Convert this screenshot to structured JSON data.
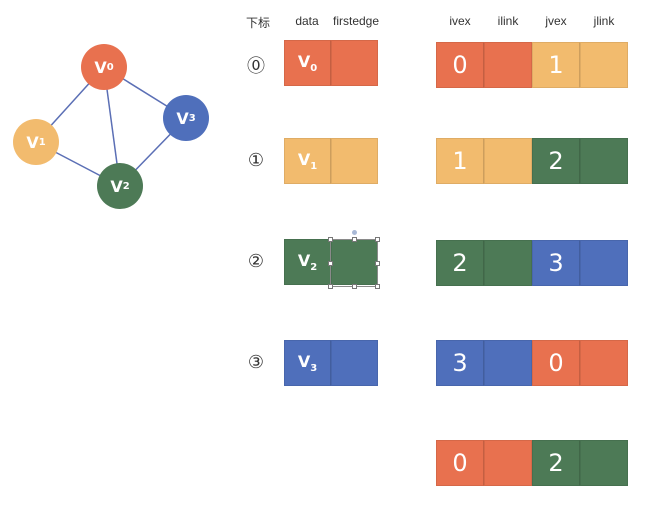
{
  "headers": {
    "index": "下标",
    "data": "data",
    "firstedge": "firstedge",
    "ivex": "ivex",
    "ilink": "ilink",
    "jvex": "jvex",
    "jlink": "jlink"
  },
  "vertices": [
    {
      "index_label": "⓪",
      "label": "V",
      "sub": "0",
      "color": "#e8714f"
    },
    {
      "index_label": "①",
      "label": "V",
      "sub": "1",
      "color": "#f2bb6e"
    },
    {
      "index_label": "②",
      "label": "V",
      "sub": "2",
      "color": "#4d7a56"
    },
    {
      "index_label": "③",
      "label": "V",
      "sub": "3",
      "color": "#4f6fbb"
    }
  ],
  "edges": [
    {
      "ivex": "0",
      "jvex": "1",
      "icolor": "#e8714f",
      "jcolor": "#f2bb6e"
    },
    {
      "ivex": "1",
      "jvex": "2",
      "icolor": "#f2bb6e",
      "jcolor": "#4d7a56"
    },
    {
      "ivex": "2",
      "jvex": "3",
      "icolor": "#4d7a56",
      "jcolor": "#4f6fbb"
    },
    {
      "ivex": "3",
      "jvex": "0",
      "icolor": "#4f6fbb",
      "jcolor": "#e8714f"
    },
    {
      "ivex": "0",
      "jvex": "2",
      "icolor": "#e8714f",
      "jcolor": "#4d7a56"
    }
  ],
  "graph": {
    "nodes": [
      {
        "label": "V",
        "sub": "0",
        "color": "#e8714f"
      },
      {
        "label": "V",
        "sub": "1",
        "color": "#f2bb6e"
      },
      {
        "label": "V",
        "sub": "2",
        "color": "#4d7a56"
      },
      {
        "label": "V",
        "sub": "3",
        "color": "#4f6fbb"
      }
    ],
    "links": [
      [
        0,
        1
      ],
      [
        0,
        2
      ],
      [
        0,
        3
      ],
      [
        1,
        2
      ],
      [
        2,
        3
      ]
    ],
    "link_color": "#5b6fb5"
  }
}
